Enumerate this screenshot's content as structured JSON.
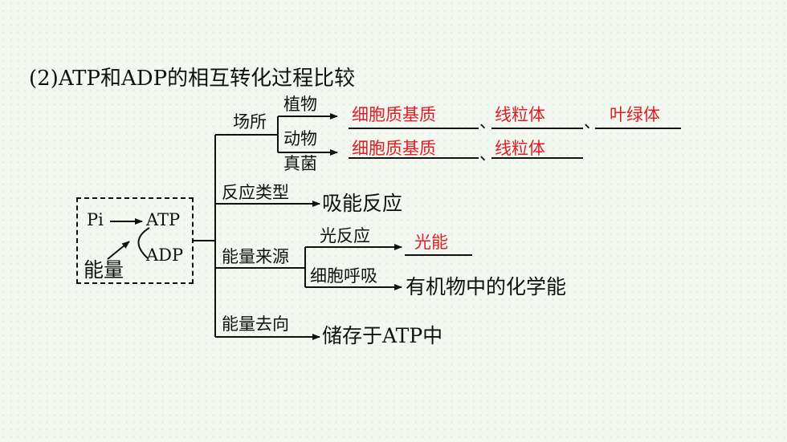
{
  "title": "(2)ATP和ADP的相互转化过程比较",
  "reaction": {
    "pi": "Pi",
    "atp": "ATP",
    "adp": "ADP",
    "energy": "能量"
  },
  "branches": {
    "location": {
      "label": "场所",
      "plant": {
        "label": "植物",
        "answers": [
          "细胞质基质",
          "线粒体",
          "叶绿体"
        ]
      },
      "animal": {
        "label": "动物"
      },
      "fungi": {
        "label": "真菌"
      },
      "animal_fungi_answers": [
        "细胞质基质",
        "线粒体"
      ],
      "separator": "、"
    },
    "reaction_type": {
      "label": "反应类型",
      "value": "吸能反应"
    },
    "energy_source": {
      "label": "能量来源",
      "light_reaction": {
        "label": "光反应",
        "answer": "光能"
      },
      "respiration": {
        "label": "细胞呼吸",
        "value": "有机物中的化学能"
      }
    },
    "energy_destination": {
      "label": "能量去向",
      "value": "储存于ATP中"
    }
  },
  "colors": {
    "answer": "#e31b23",
    "text": "#111111",
    "background": "#f3f8f1"
  }
}
